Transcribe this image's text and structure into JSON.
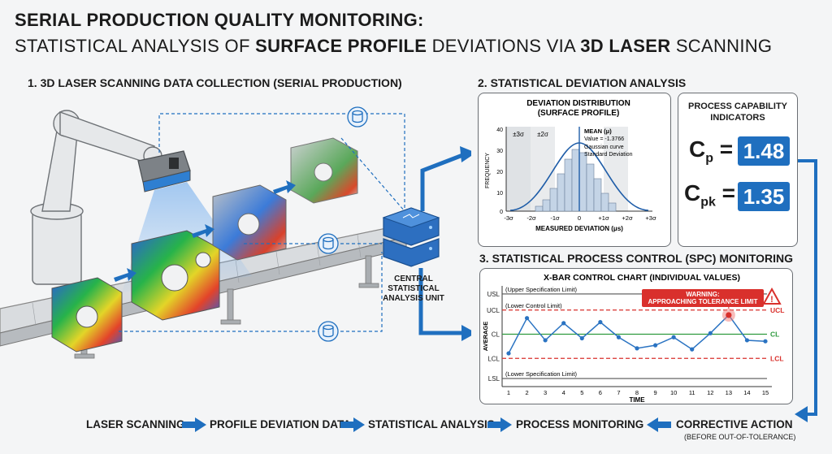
{
  "title": {
    "line1": "SERIAL PRODUCTION QUALITY MONITORING:",
    "line2_a": "STATISTICAL ANALYSIS OF ",
    "line2_b": "SURFACE PROFILE",
    "line2_c": " DEVIATIONS VIA ",
    "line2_d": "3D LASER",
    "line2_e": " SCANNING"
  },
  "section1": {
    "title": "1. 3D LASER SCANNING DATA COLLECTION (SERIAL PRODUCTION)"
  },
  "section2": {
    "title": "2. STATISTICAL DEVIATION ANALYSIS"
  },
  "section3": {
    "title": "3. STATISTICAL PROCESS CONTROL (SPC) MONITORING"
  },
  "central_unit": {
    "line1": "CENTRAL",
    "line2": "STATISTICAL",
    "line3": "ANALYSIS UNIT"
  },
  "distribution": {
    "title1": "DEVIATION DISTRIBUTION",
    "title2": "(SURFACE PROFILE)",
    "ylabel": "FREQUENCY",
    "xlabel": "MEASURED DEVIATION (μs)",
    "band3": "±3σ",
    "band2": "±2σ",
    "mean_label": "MEAN (μ)",
    "value_label": "Value = -1.3766",
    "legend1": "Gaussian curve",
    "legend2": "Standard Deviation",
    "y_ticks": [
      "40",
      "30",
      "20",
      "10",
      "0"
    ],
    "x_ticks": [
      "-3σ",
      "-2σ",
      "-1σ",
      "0",
      "+1σ",
      "+2σ",
      "+3σ"
    ]
  },
  "capability": {
    "title1": "PROCESS CAPABILITY",
    "title2": "INDICATORS",
    "cp_value": "1.48",
    "cpk_value": "1.35"
  },
  "chart_data": {
    "type": "line",
    "title": "X-BAR CONTROL CHART (INDIVIDUAL VALUES)",
    "xlabel": "TIME",
    "ylabel": "AVERAGE",
    "x": [
      1,
      2,
      3,
      4,
      5,
      6,
      7,
      8,
      9,
      10,
      11,
      12,
      13,
      14,
      15
    ],
    "x_ticks": [
      "1",
      "2",
      "3",
      "4",
      "5",
      "6",
      "7",
      "8",
      "9",
      "10",
      "11",
      "12",
      "13",
      "14",
      "15"
    ],
    "values": [
      -0.95,
      0.8,
      -0.3,
      0.55,
      -0.2,
      0.6,
      -0.15,
      -0.7,
      -0.55,
      -0.15,
      -0.75,
      0.05,
      0.95,
      -0.3,
      -0.35
    ],
    "ylim": [
      -2.6,
      2.4
    ],
    "levels": {
      "usl": 2.0,
      "ucl": 1.2,
      "cl": 0.0,
      "lcl": -1.2,
      "lsl": -2.2
    },
    "level_labels": {
      "usl": "USL",
      "ucl": "UCL",
      "cl": "CL",
      "lcl": "LCL",
      "lsl": "LSL"
    },
    "usl_note": "(Upper Specification Limit)",
    "ucl_note": "(Lower Control Limit)",
    "lsl_note": "(Lower Specification Limit)",
    "warning_line1": "WARNING:",
    "warning_line2": "APPROACHING TOLERANCE LIMIT",
    "highlight_index": 12
  },
  "flow": {
    "step1": "LASER SCANNING",
    "step2": "PROFILE DEVIATION DATA",
    "step3": "STATISTICAL ANALYSIS",
    "step4": "PROCESS MONITORING",
    "step5": "CORRECTIVE ACTION",
    "step5_sub": "(BEFORE OUT-OF-TOLERANCE)"
  },
  "colors": {
    "accent_blue": "#1f6fbf",
    "warning_red": "#d9302c",
    "cl_green": "#2e9a3e",
    "line_blue": "#2a73c2"
  }
}
